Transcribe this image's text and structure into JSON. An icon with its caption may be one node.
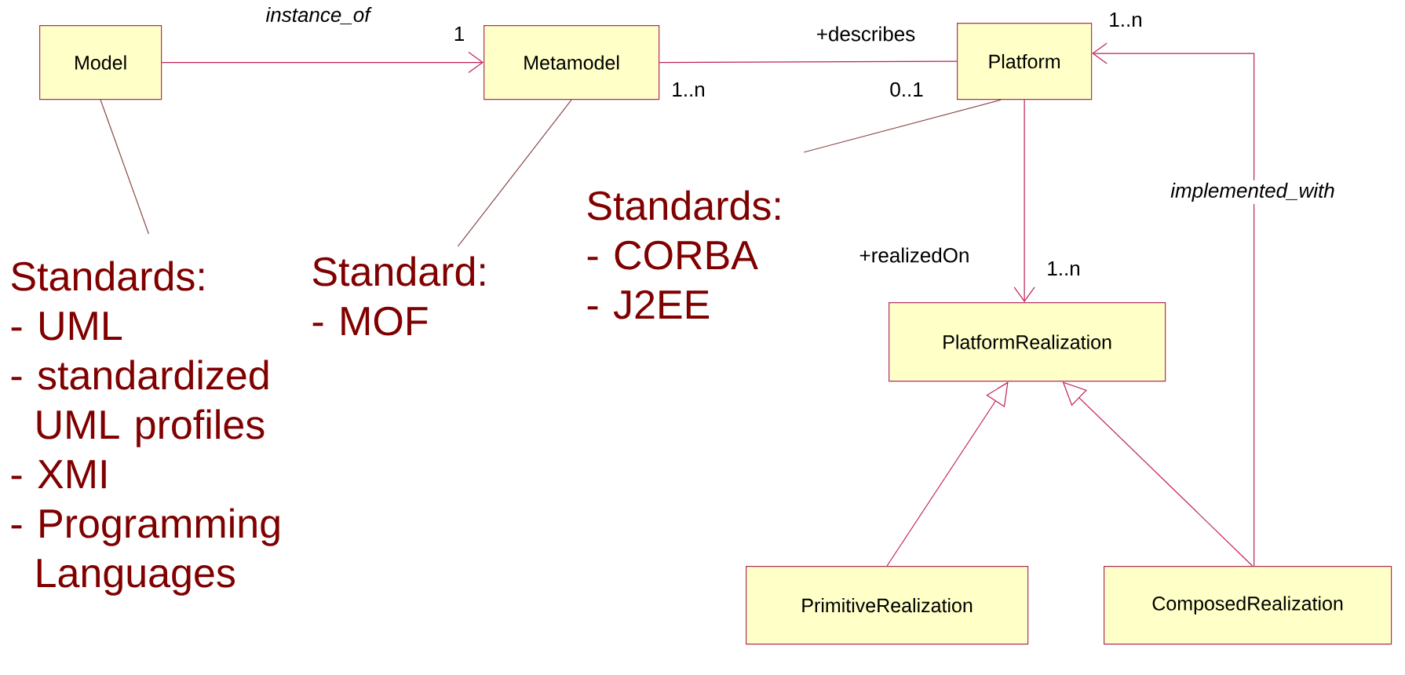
{
  "diagram": {
    "nodes": [
      {
        "text": [
          "Model"
        ]
      },
      {
        "text": [
          "Metamodel"
        ]
      },
      {
        "text": [
          "Platform"
        ]
      },
      {
        "text": [
          "PlatformRealization"
        ]
      },
      {
        "text": [
          "PrimitiveRealization"
        ]
      },
      {
        "text": [
          "ComposedRealization"
        ]
      },
      {
        "text": [
          "Standards:",
          "- UML",
          "- standardized UML profiles",
          "- XMI",
          "- Programming Languages"
        ]
      },
      {
        "text": [
          "Standard:",
          "- MOF"
        ]
      },
      {
        "text": [
          "Standards:",
          "- CORBA",
          "- J2EE"
        ]
      }
    ],
    "edges": [
      {
        "from": 0,
        "to": 1,
        "arrow": "to",
        "label": "instance_of"
      },
      {
        "from": 1,
        "to": 2,
        "arrow": "none",
        "label": "+describes"
      },
      {
        "from": 2,
        "to": 3,
        "arrow": "to",
        "label": "+realizedOn"
      },
      {
        "from": 4,
        "to": 3,
        "arrow": "to"
      },
      {
        "from": 5,
        "to": 3,
        "arrow": "to"
      },
      {
        "from": 5,
        "to": 2,
        "arrow": "to",
        "label": "implemented_with"
      },
      {
        "from": 0,
        "to": 6,
        "arrow": "none",
        "color": "#8b4a4a"
      },
      {
        "from": 1,
        "to": 7,
        "arrow": "none",
        "color": "#8b4a4a"
      },
      {
        "from": 2,
        "to": 8,
        "arrow": "none",
        "color": "#8b4a4a"
      }
    ],
    "labels": [
      "1",
      "1..n",
      "1..n",
      "0..1",
      "1..n"
    ]
  }
}
